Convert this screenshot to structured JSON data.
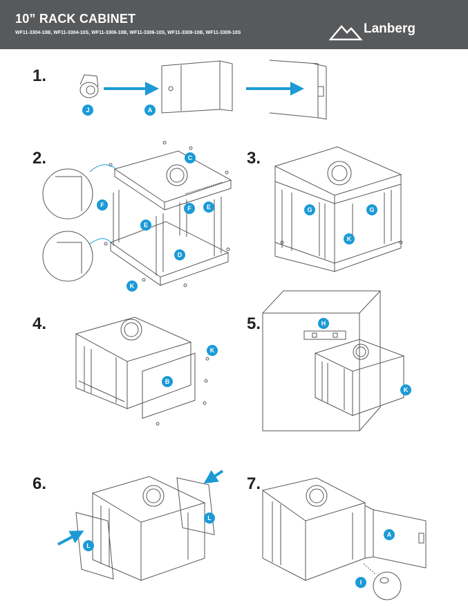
{
  "header": {
    "title": "10” RACK CABINET",
    "models": "WF11-3304-10B, WF11-3304-10S, WF11-3306-10B,  WF11-3306-10S, WF11-3309-10B, WF11-3309-10S",
    "brand": "Lanberg"
  },
  "steps": [
    "1.",
    "2.",
    "3.",
    "4.",
    "5.",
    "6.",
    "7."
  ],
  "parts": {
    "J": "J",
    "A": "A",
    "B": "B",
    "C": "C",
    "D": "D",
    "E": "E",
    "F": "F",
    "G": "G",
    "H": "H",
    "I": "I",
    "K": "K",
    "L": "L"
  },
  "colors": {
    "header": "#58595b",
    "accent": "#1b9ad6",
    "line": "#555555"
  }
}
